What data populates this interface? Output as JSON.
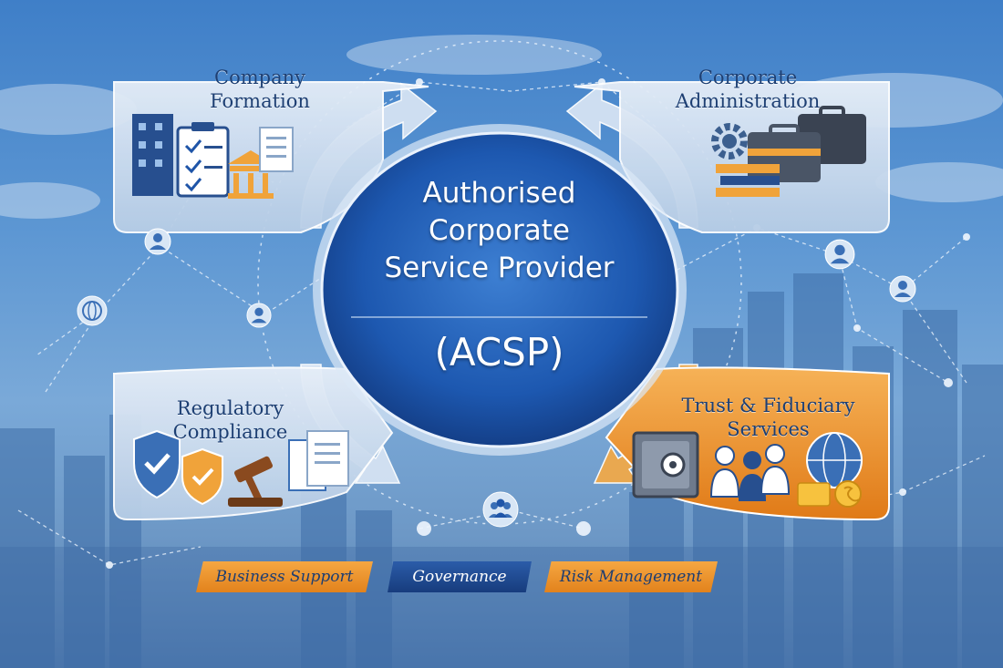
{
  "center": {
    "title_lines": [
      "Authorised",
      "Corporate",
      "Service Provider"
    ],
    "abbreviation": "(ACSP)"
  },
  "services": [
    {
      "lines": [
        "Company",
        "Formation"
      ]
    },
    {
      "lines": [
        "Corporate",
        "Administration"
      ]
    },
    {
      "lines": [
        "Regulatory",
        "Compliance"
      ]
    },
    {
      "lines": [
        "Trust & Fiduciary",
        "Services"
      ]
    }
  ],
  "tags": [
    "Business Support",
    "Governance",
    "Risk Management"
  ],
  "colors": {
    "brand_blue": "#1f55a8",
    "accent_orange": "#e8891f",
    "panel_light": "#d9e6f3"
  }
}
